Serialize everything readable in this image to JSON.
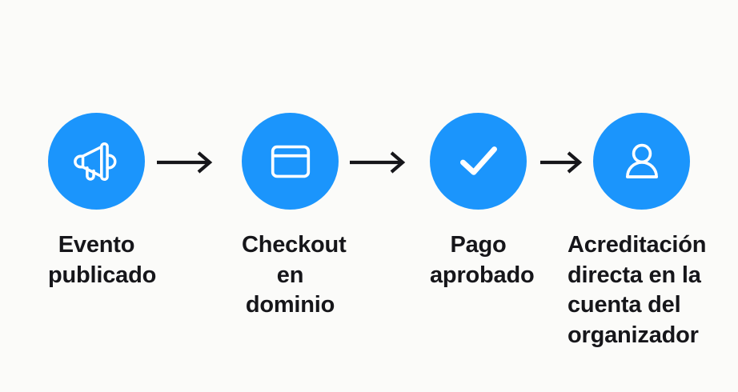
{
  "diagram": {
    "name": "payment-flow-diagram",
    "background_color": "#fbfbf9",
    "accent_color": "#1b95fc",
    "text_color": "#16161a",
    "arrow_color": "#16161a",
    "steps": [
      {
        "id": "step-1",
        "icon": "megaphone-icon",
        "label": "Evento\npublicado"
      },
      {
        "id": "step-2",
        "icon": "browser-window-icon",
        "label": "Checkout\nen dominio"
      },
      {
        "id": "step-3",
        "icon": "check-icon",
        "label": "Pago\naprobado"
      },
      {
        "id": "step-4",
        "icon": "user-icon",
        "label": "Acreditación\ndirecta en la\ncuenta del\norganizador"
      }
    ],
    "connectors": [
      {
        "id": "arrow-1",
        "icon": "arrow-right-icon"
      },
      {
        "id": "arrow-2",
        "icon": "arrow-right-icon"
      },
      {
        "id": "arrow-3",
        "icon": "arrow-right-icon"
      }
    ]
  }
}
